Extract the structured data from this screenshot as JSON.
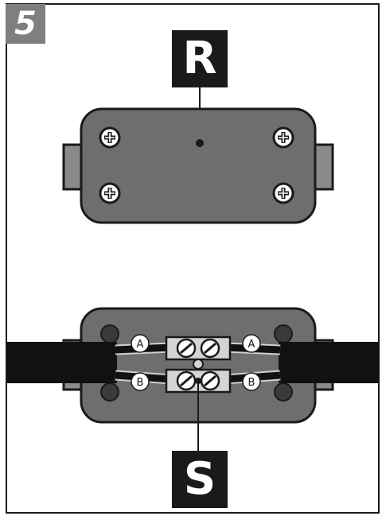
{
  "step": {
    "number": "5"
  },
  "labels": {
    "top": "R",
    "bottom": "S"
  },
  "wire_labels": {
    "a": "A",
    "b": "B"
  },
  "colors": {
    "housing": "#6e6e6e",
    "outline": "#1a1a1a",
    "terminal": "#d4d4d4",
    "cable": "#111111",
    "badge": "#7f7f7f"
  }
}
